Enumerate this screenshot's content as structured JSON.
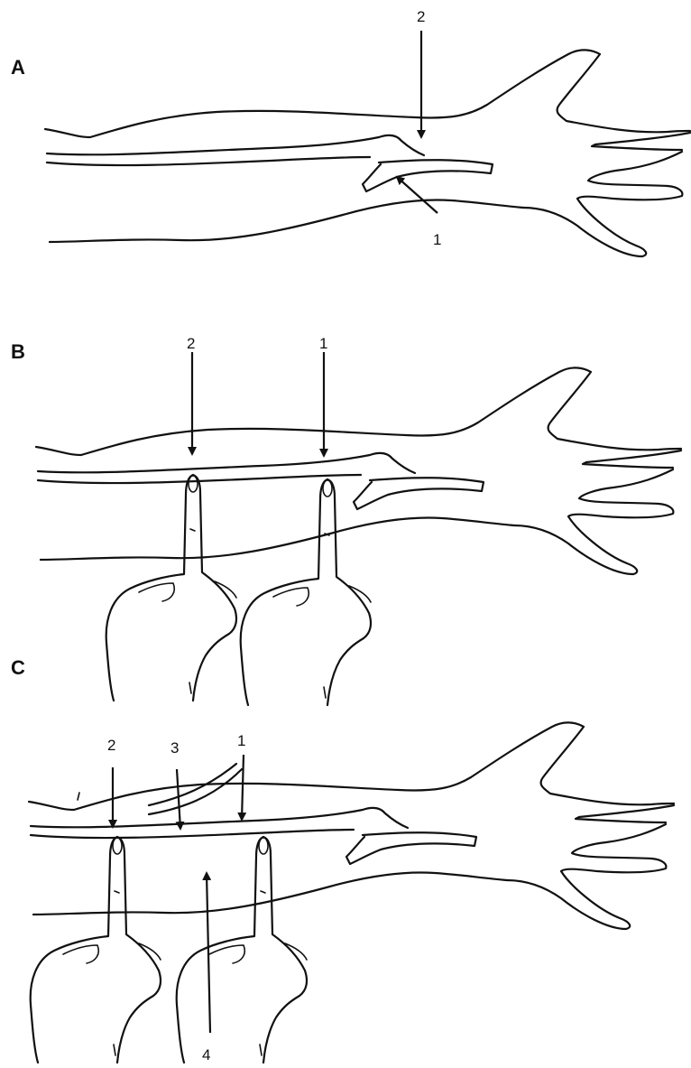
{
  "panels": [
    {
      "letter": "A",
      "labels": {
        "n1": "1",
        "n2": "2"
      }
    },
    {
      "letter": "B",
      "labels": {
        "n1": "1",
        "n2": "2"
      }
    },
    {
      "letter": "C",
      "labels": {
        "n1": "1",
        "n2": "2",
        "n3": "3",
        "n4": "4"
      }
    }
  ]
}
